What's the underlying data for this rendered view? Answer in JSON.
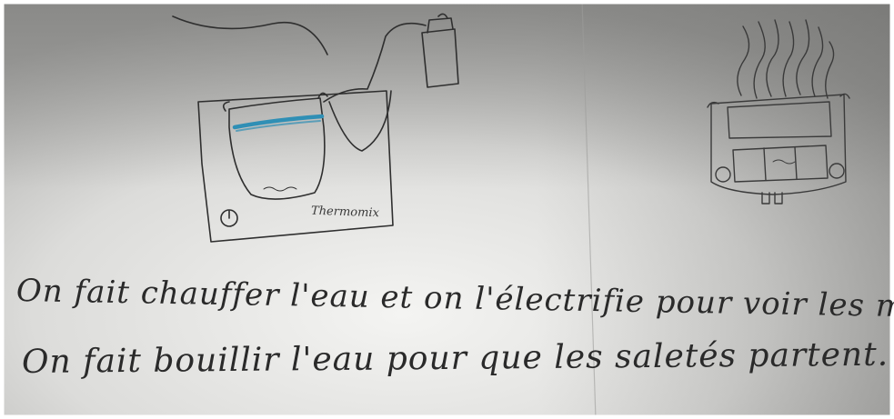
{
  "drawing": {
    "machine_label": "Thermomix",
    "sentence_1": "On fait chauffer l'eau et on l'électrifie pour voir les minerais !",
    "sentence_2": "On fait bouillir l'eau pour que les saletés partent."
  },
  "colors": {
    "paper": "#e9e8e4",
    "shadow": "#8a8a88",
    "pencil": "#2f2f2f",
    "water": "#2f8fb5"
  }
}
